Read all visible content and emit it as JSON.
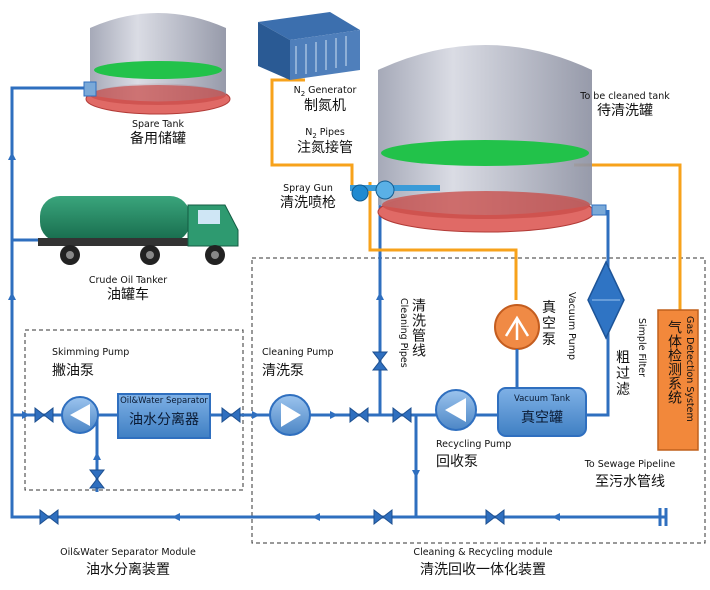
{
  "labels": {
    "spare_tank": {
      "en": "Spare Tank",
      "cn": "备用储罐"
    },
    "n2_generator": {
      "en": "N",
      "en_sub": "2",
      "en_rest": " Generator",
      "cn": "制氮机"
    },
    "n2_pipes": {
      "en": "N",
      "en_sub": "2",
      "en_rest": " Pipes",
      "cn": "注氮接管"
    },
    "spray_gun": {
      "en": "Spray Gun",
      "cn": "清洗喷枪"
    },
    "to_be_cleaned_tank": {
      "en": "To be cleaned tank",
      "cn": "待清洗罐"
    },
    "crude_oil_tanker": {
      "en": "Crude Oil Tanker",
      "cn": "油罐车"
    },
    "skimming_pump": {
      "en": "Skimming Pump",
      "cn": "撇油泵"
    },
    "oil_water_separator": {
      "en": "Oil&Water Separator",
      "cn": "油水分离器"
    },
    "cleaning_pump": {
      "en": "Cleaning Pump",
      "cn": "清洗泵"
    },
    "cleaning_pipes": {
      "en": "Cleaning Pipes",
      "cn": "清洗管线"
    },
    "vacuum_pump": {
      "en": "Vacuum Pump",
      "cn": "真空泵"
    },
    "vacuum_tank": {
      "en": "Vacuum Tank",
      "cn": "真空罐"
    },
    "simple_filter": {
      "en": "Simple Filter",
      "cn": "粗过滤"
    },
    "gas_detection": {
      "en": "Gas Detection System",
      "cn": "气体检测系统"
    },
    "recycling_pump": {
      "en": "Recycling Pump",
      "cn": "回收泵"
    },
    "to_sewage": {
      "en": "To Sewage Pipeline",
      "cn": "至污水管线"
    },
    "separator_module": {
      "en": "Oil&Water Separator Module",
      "cn": "油水分离装置"
    },
    "cleaning_module": {
      "en": "Cleaning & Recycling module",
      "cn": "清洗回收一体化装置"
    }
  },
  "colors": {
    "pipe_blue": "#2f6fbf",
    "pipe_orange": "#f7a21b",
    "tank_gray": "#b9bcc8",
    "tank_rim_red": "#d9534f",
    "oil_green": "#22c24a",
    "pump_blue": "#5f97d3",
    "separator_blue": "#4b8ccf",
    "filter_blue": "#2f74c4",
    "vacuum_pump_orange": "#f08a45",
    "gas_box_orange": "#f2883b",
    "truck_green": "#1e8a63"
  },
  "icons": [
    "pump-icon",
    "valve-icon",
    "truck-icon",
    "tank-icon",
    "container-icon",
    "filter-icon"
  ]
}
